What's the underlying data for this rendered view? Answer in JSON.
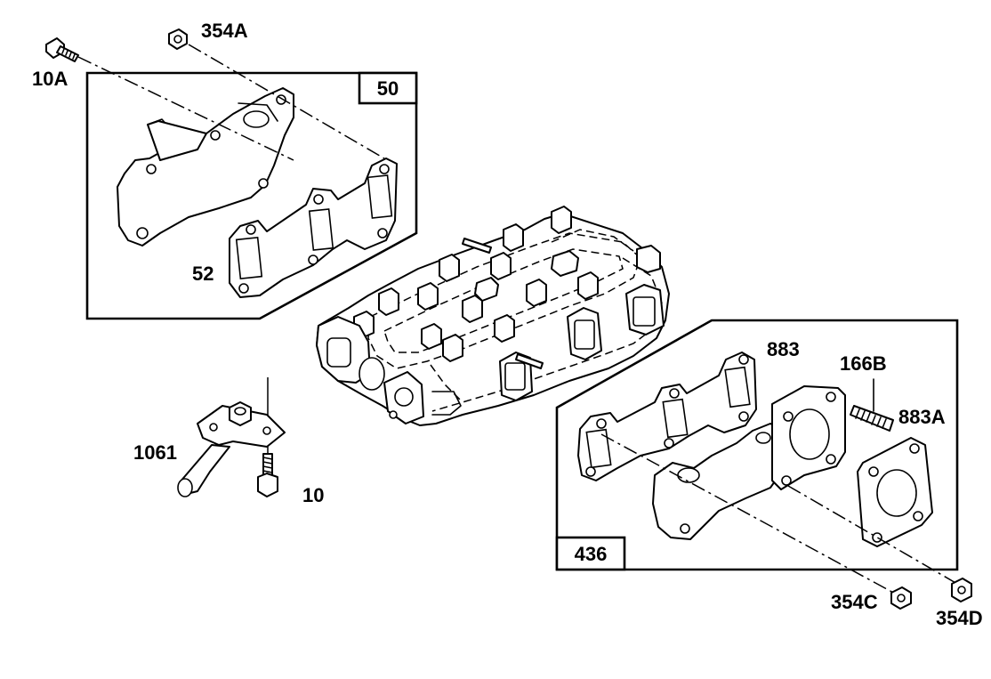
{
  "diagram": {
    "part_labels": {
      "p10A": "10A",
      "p354A": "354A",
      "p50": "50",
      "p52": "52",
      "p1061": "1061",
      "p10": "10",
      "p883": "883",
      "p166B": "166B",
      "p883A": "883A",
      "p436": "436",
      "p354C": "354C",
      "p354D": "354D"
    }
  }
}
